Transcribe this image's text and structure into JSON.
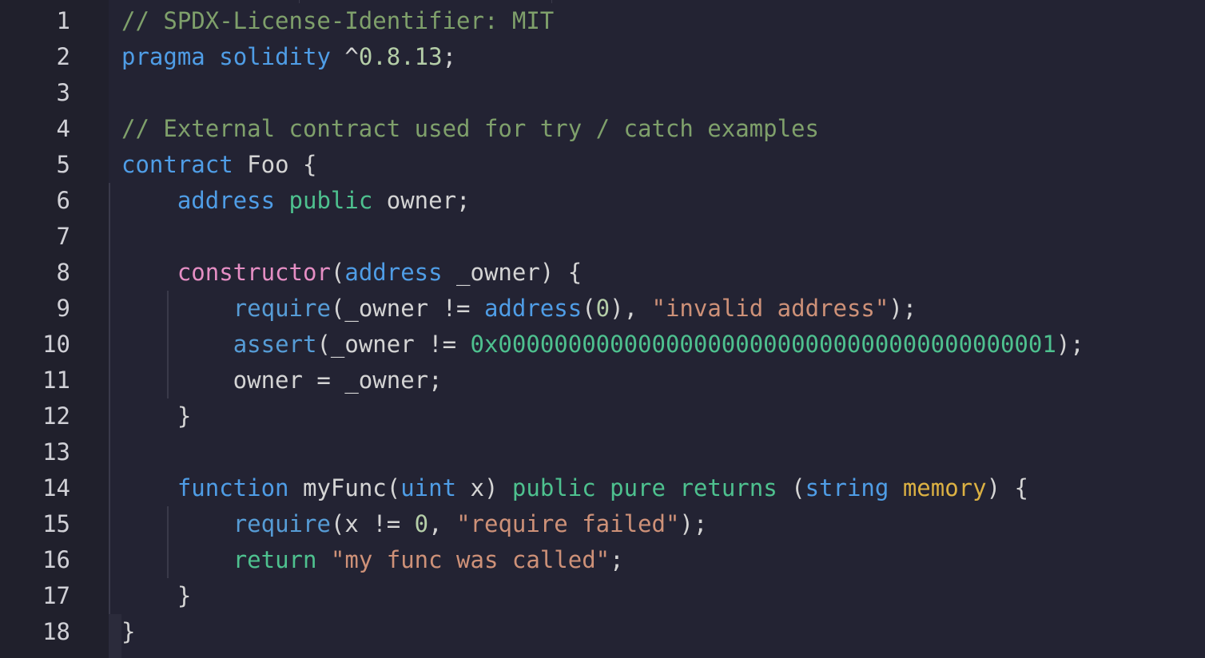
{
  "colors": {
    "background": "#232333",
    "gutter_background": "#20202c",
    "line_number": "#d0d0d6",
    "comment": "#7fa06b",
    "keyword": "#4f9de6",
    "plain": "#d4d4d4",
    "number": "#b5cea8",
    "string": "#ce9178",
    "constructor": "#e58ec4",
    "function_call": "#569cd6",
    "control": "#4ec18f",
    "hex": "#4ec18f",
    "storage": "#dcb143",
    "type": "#4f9de6"
  },
  "editor": {
    "line_numbers": [
      "1",
      "2",
      "3",
      "4",
      "5",
      "6",
      "7",
      "8",
      "9",
      "10",
      "11",
      "12",
      "13",
      "14",
      "15",
      "16",
      "17",
      "18"
    ],
    "lines": [
      {
        "segments": [
          {
            "text": "// SPDX-License-Identifier: MIT",
            "color": "#7fa06b"
          }
        ]
      },
      {
        "segments": [
          {
            "text": "pragma",
            "color": "#4f9de6"
          },
          {
            "text": " ",
            "color": "#d4d4d4"
          },
          {
            "text": "solidity",
            "color": "#4f9de6"
          },
          {
            "text": " ^",
            "color": "#d4d4d4"
          },
          {
            "text": "0.8.13",
            "color": "#b5cea8"
          },
          {
            "text": ";",
            "color": "#d4d4d4"
          }
        ]
      },
      {
        "segments": [
          {
            "text": "",
            "color": "#d4d4d4"
          }
        ]
      },
      {
        "segments": [
          {
            "text": "// External contract used for try / catch examples",
            "color": "#7fa06b"
          }
        ]
      },
      {
        "segments": [
          {
            "text": "contract",
            "color": "#4f9de6"
          },
          {
            "text": " Foo {",
            "color": "#d4d4d4"
          }
        ]
      },
      {
        "segments": [
          {
            "text": "    ",
            "color": "#d4d4d4"
          },
          {
            "text": "address",
            "color": "#4f9de6"
          },
          {
            "text": " ",
            "color": "#d4d4d4"
          },
          {
            "text": "public",
            "color": "#4ec18f"
          },
          {
            "text": " owner;",
            "color": "#d4d4d4"
          }
        ]
      },
      {
        "segments": [
          {
            "text": "",
            "color": "#d4d4d4"
          }
        ]
      },
      {
        "segments": [
          {
            "text": "    ",
            "color": "#d4d4d4"
          },
          {
            "text": "constructor",
            "color": "#e58ec4"
          },
          {
            "text": "(",
            "color": "#d4d4d4"
          },
          {
            "text": "address",
            "color": "#4f9de6"
          },
          {
            "text": " _owner) {",
            "color": "#d4d4d4"
          }
        ]
      },
      {
        "segments": [
          {
            "text": "        ",
            "color": "#d4d4d4"
          },
          {
            "text": "require",
            "color": "#569cd6"
          },
          {
            "text": "(_owner != ",
            "color": "#d4d4d4"
          },
          {
            "text": "address",
            "color": "#4f9de6"
          },
          {
            "text": "(",
            "color": "#d4d4d4"
          },
          {
            "text": "0",
            "color": "#b5cea8"
          },
          {
            "text": "), ",
            "color": "#d4d4d4"
          },
          {
            "text": "\"invalid address\"",
            "color": "#ce9178"
          },
          {
            "text": ");",
            "color": "#d4d4d4"
          }
        ]
      },
      {
        "segments": [
          {
            "text": "        ",
            "color": "#d4d4d4"
          },
          {
            "text": "assert",
            "color": "#569cd6"
          },
          {
            "text": "(_owner != ",
            "color": "#d4d4d4"
          },
          {
            "text": "0x0000000000000000000000000000000000000001",
            "color": "#4ec18f"
          },
          {
            "text": ");",
            "color": "#d4d4d4"
          }
        ]
      },
      {
        "segments": [
          {
            "text": "        owner = _owner;",
            "color": "#d4d4d4"
          }
        ]
      },
      {
        "segments": [
          {
            "text": "    }",
            "color": "#d4d4d4"
          }
        ]
      },
      {
        "segments": [
          {
            "text": "",
            "color": "#d4d4d4"
          }
        ]
      },
      {
        "segments": [
          {
            "text": "    ",
            "color": "#d4d4d4"
          },
          {
            "text": "function",
            "color": "#4f9de6"
          },
          {
            "text": " myFunc(",
            "color": "#d4d4d4"
          },
          {
            "text": "uint",
            "color": "#4f9de6"
          },
          {
            "text": " x) ",
            "color": "#d4d4d4"
          },
          {
            "text": "public",
            "color": "#4ec18f"
          },
          {
            "text": " ",
            "color": "#d4d4d4"
          },
          {
            "text": "pure",
            "color": "#4ec18f"
          },
          {
            "text": " ",
            "color": "#d4d4d4"
          },
          {
            "text": "returns",
            "color": "#4ec18f"
          },
          {
            "text": " (",
            "color": "#d4d4d4"
          },
          {
            "text": "string",
            "color": "#4f9de6"
          },
          {
            "text": " ",
            "color": "#d4d4d4"
          },
          {
            "text": "memory",
            "color": "#dcb143"
          },
          {
            "text": ") {",
            "color": "#d4d4d4"
          }
        ]
      },
      {
        "segments": [
          {
            "text": "        ",
            "color": "#d4d4d4"
          },
          {
            "text": "require",
            "color": "#569cd6"
          },
          {
            "text": "(x != ",
            "color": "#d4d4d4"
          },
          {
            "text": "0",
            "color": "#b5cea8"
          },
          {
            "text": ", ",
            "color": "#d4d4d4"
          },
          {
            "text": "\"require failed\"",
            "color": "#ce9178"
          },
          {
            "text": ");",
            "color": "#d4d4d4"
          }
        ]
      },
      {
        "segments": [
          {
            "text": "        ",
            "color": "#d4d4d4"
          },
          {
            "text": "return",
            "color": "#4ec18f"
          },
          {
            "text": " ",
            "color": "#d4d4d4"
          },
          {
            "text": "\"my func was called\"",
            "color": "#ce9178"
          },
          {
            "text": ";",
            "color": "#d4d4d4"
          }
        ]
      },
      {
        "segments": [
          {
            "text": "    }",
            "color": "#d4d4d4"
          }
        ]
      },
      {
        "segments": [
          {
            "text": "}",
            "color": "#d4d4d4"
          }
        ]
      }
    ]
  }
}
